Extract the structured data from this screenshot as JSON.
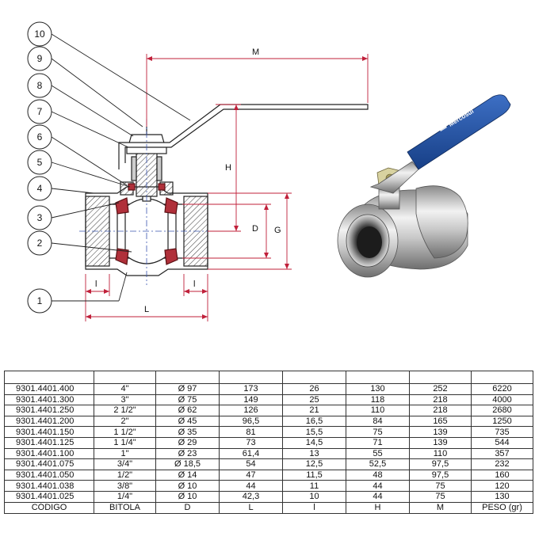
{
  "drawing": {
    "callouts": [
      "1",
      "2",
      "3",
      "4",
      "5",
      "6",
      "7",
      "8",
      "9",
      "10"
    ],
    "dimensions": {
      "M": "M",
      "H": "H",
      "D": "D",
      "G": "G",
      "L": "L",
      "l1": "l",
      "l2": "l"
    },
    "brand": "Mercosul",
    "colors": {
      "handle": "#1f4fa0",
      "brass": "#c9c9c9",
      "seal": "#b0303a",
      "dim": "#c0203a"
    }
  },
  "table": {
    "headers": [
      "CÓDIGO",
      "BITOLA",
      "D",
      "L",
      "l",
      "H",
      "M",
      "PESO (gr)"
    ],
    "rows": [
      [
        "9301.4401.400",
        "4\"",
        "Ø 97",
        "173",
        "26",
        "130",
        "252",
        "6220"
      ],
      [
        "9301.4401.300",
        "3\"",
        "Ø 75",
        "149",
        "25",
        "118",
        "218",
        "4000"
      ],
      [
        "9301.4401.250",
        "2 1/2\"",
        "Ø 62",
        "126",
        "21",
        "110",
        "218",
        "2680"
      ],
      [
        "9301.4401.200",
        "2\"",
        "Ø 45",
        "96,5",
        "16,5",
        "84",
        "165",
        "1250"
      ],
      [
        "9301.4401.150",
        "1 1/2\"",
        "Ø 35",
        "81",
        "15,5",
        "75",
        "139",
        "735"
      ],
      [
        "9301.4401.125",
        "1 1/4\"",
        "Ø 29",
        "73",
        "14,5",
        "71",
        "139",
        "544"
      ],
      [
        "9301.4401.100",
        "1\"",
        "Ø 23",
        "61,4",
        "13",
        "55",
        "110",
        "357"
      ],
      [
        "9301.4401.075",
        "3/4\"",
        "Ø 18,5",
        "54",
        "12,5",
        "52,5",
        "97,5",
        "232"
      ],
      [
        "9301.4401.050",
        "1/2\"",
        "Ø 14",
        "47",
        "11,5",
        "48",
        "97,5",
        "160"
      ],
      [
        "9301.4401.038",
        "3/8\"",
        "Ø 10",
        "44",
        "11",
        "44",
        "75",
        "120"
      ],
      [
        "9301.4401.025",
        "1/4\"",
        "Ø 10",
        "42,3",
        "10",
        "44",
        "75",
        "130"
      ]
    ]
  }
}
